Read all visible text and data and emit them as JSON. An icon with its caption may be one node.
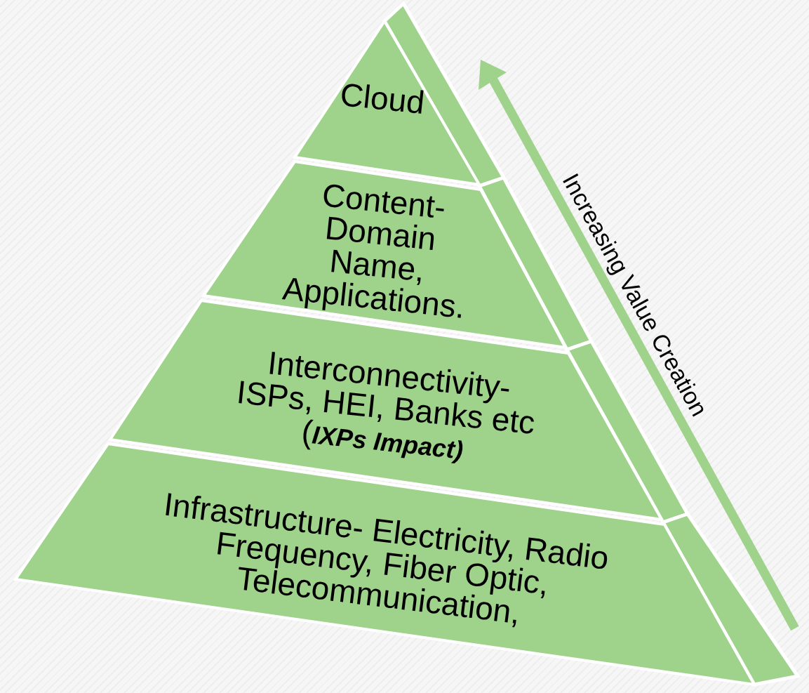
{
  "diagram": {
    "nodes": [
      {
        "text": [
          "Cloud"
        ]
      },
      {
        "text": [
          "Content- Domain Name, Applications."
        ]
      },
      {
        "text": [
          "Interconnectivity- ISPs, HEI, Banks etc (**IXPs Impact)**"
        ]
      },
      {
        "text": [
          "Infrastructure- Electricity, Radio Frequency,  Fiber Optic, Telecommunication,"
        ]
      }
    ],
    "labels": [
      "Increasing Value Creation"
    ]
  }
}
